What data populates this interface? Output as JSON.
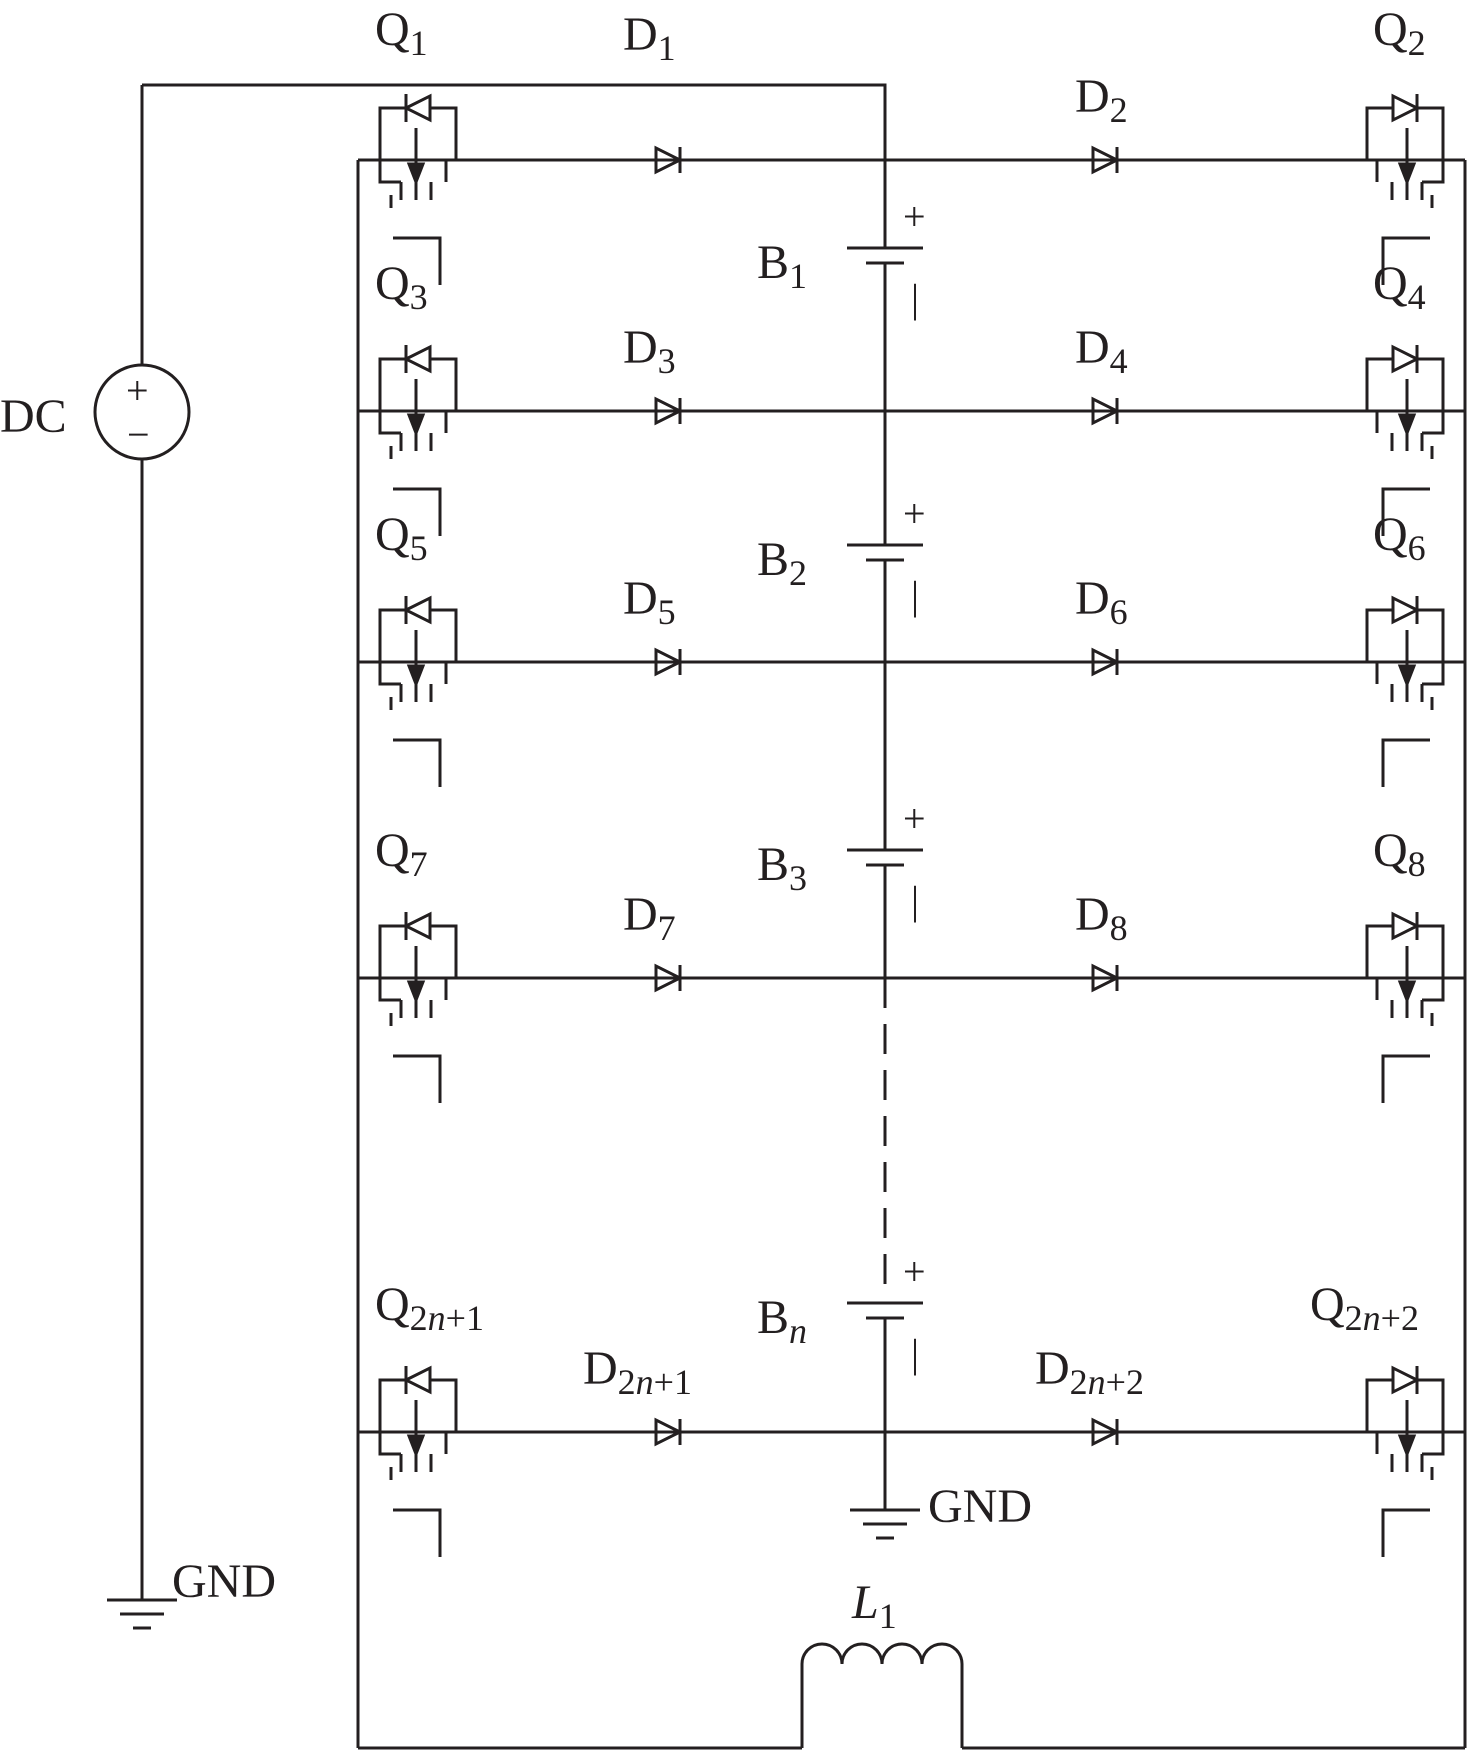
{
  "source": {
    "label": "DC",
    "plus": "+",
    "minus": "−"
  },
  "ground_label": "GND",
  "inductor_label": {
    "main": "L",
    "sub": "1"
  },
  "battery_polarity": {
    "plus": "+",
    "minus": "|"
  },
  "batteries": [
    {
      "main": "B",
      "sub": "1",
      "sub_italic": false
    },
    {
      "main": "B",
      "sub": "2",
      "sub_italic": false
    },
    {
      "main": "B",
      "sub": "3",
      "sub_italic": false
    },
    {
      "main": "B",
      "sub": "n",
      "sub_italic": true
    }
  ],
  "rows": [
    {
      "left_switch": "Q",
      "left_sub": "1",
      "right_switch": "Q",
      "right_sub": "2",
      "left_diode": "D",
      "left_diode_sub": "1",
      "right_diode": "D",
      "right_diode_sub": "2"
    },
    {
      "left_switch": "Q",
      "left_sub": "3",
      "right_switch": "Q",
      "right_sub": "4",
      "left_diode": "D",
      "left_diode_sub": "3",
      "right_diode": "D",
      "right_diode_sub": "4"
    },
    {
      "left_switch": "Q",
      "left_sub": "5",
      "right_switch": "Q",
      "right_sub": "6",
      "left_diode": "D",
      "left_diode_sub": "5",
      "right_diode": "D",
      "right_diode_sub": "6"
    },
    {
      "left_switch": "Q",
      "left_sub": "7",
      "right_switch": "Q",
      "right_sub": "8",
      "left_diode": "D",
      "left_diode_sub": "7",
      "right_diode": "D",
      "right_diode_sub": "8"
    },
    {
      "left_switch": "Q",
      "left_sub": [
        "2",
        "n",
        "+1"
      ],
      "right_switch": "Q",
      "right_sub": [
        "2",
        "n",
        "+2"
      ],
      "left_diode": "D",
      "left_diode_sub": [
        "2",
        "n",
        "+1"
      ],
      "right_diode": "D",
      "right_diode_sub": [
        "2",
        "n",
        "+2"
      ]
    }
  ]
}
